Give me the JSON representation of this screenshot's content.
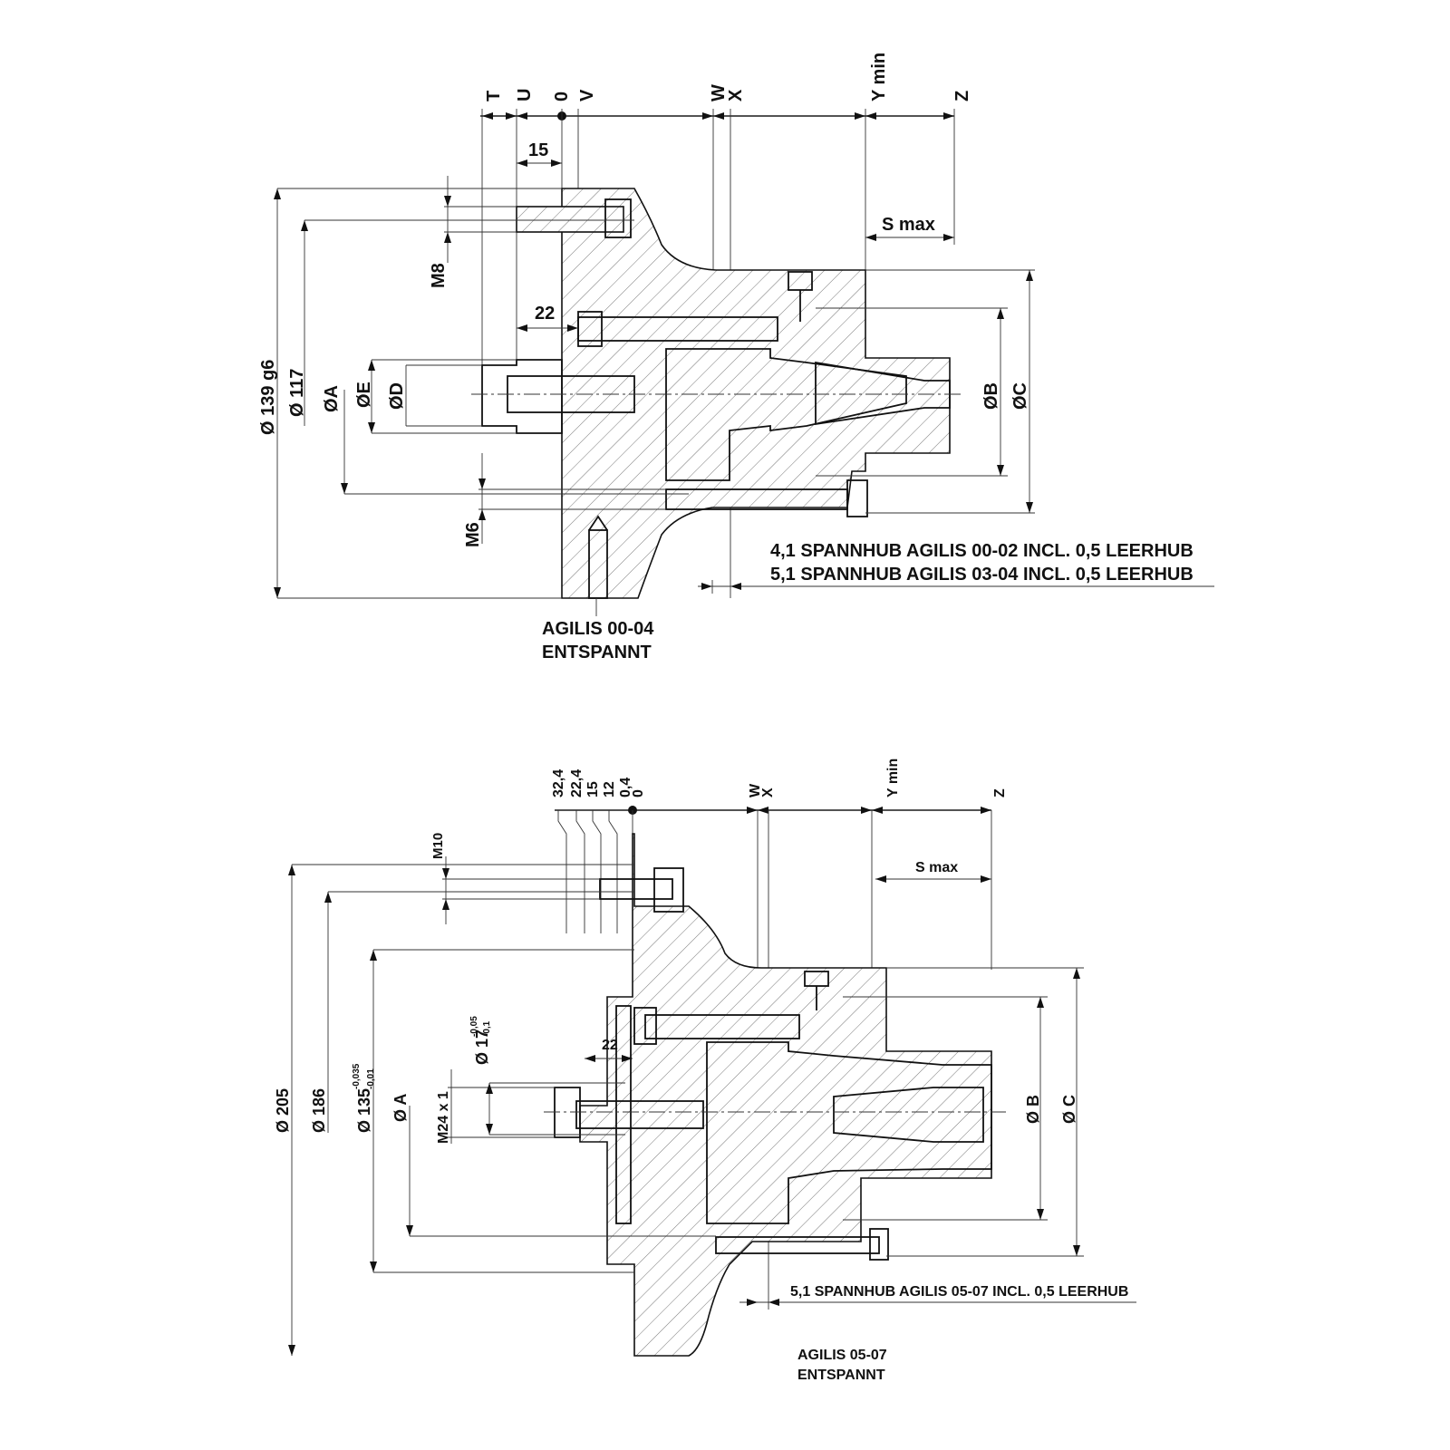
{
  "top": {
    "ref_labels": {
      "T": "T",
      "U": "U",
      "zero": "0",
      "V": "V",
      "W": "W",
      "X": "X",
      "Ymin": "Y min",
      "Z": "Z"
    },
    "dims": {
      "d15": "15",
      "d22": "22",
      "smax": "S max",
      "m8": "M8",
      "m6": "M6",
      "dia139": "Ø 139 g6",
      "dia117": "Ø 117",
      "diaA": "ØA",
      "diaE": "ØE",
      "diaD": "ØD",
      "diaB": "ØB",
      "diaC": "ØC"
    },
    "notes": {
      "stroke1": "4,1 SPANNHUB  AGILIS 00-02 INCL. 0,5 LEERHUB",
      "stroke2": "5,1 SPANNHUB  AGILIS 03-04 INCL. 0,5 LEERHUB",
      "state1": "AGILIS 00-04",
      "state2": "ENTSPANNT"
    }
  },
  "bottom": {
    "ref_labels": {
      "r324": "32,4",
      "r224": "22,4",
      "r15": "15",
      "r12": "12",
      "r04": "0,4",
      "zero": "0",
      "W": "W",
      "X": "X",
      "Ymin": "Y min",
      "Z": "Z"
    },
    "dims": {
      "m10": "M10",
      "smax": "S max",
      "d22": "22",
      "dia17": "Ø 17",
      "dia17_tol_up": "-0,05",
      "dia17_tol_lo": "-0,1",
      "m24": "M24 x 1",
      "diaA": "Ø A",
      "dia205": "Ø 205",
      "dia186": "Ø 186",
      "dia135": "Ø 135",
      "dia135_tol_up": "-0,035",
      "dia135_tol_lo": "-0,01",
      "diaB": "Ø B",
      "diaC": "Ø C"
    },
    "notes": {
      "stroke1": "5,1 SPANNHUB AGILIS 05-07 INCL. 0,5 LEERHUB",
      "state1": "AGILIS 05-07",
      "state2": "ENTSPANNT"
    }
  }
}
